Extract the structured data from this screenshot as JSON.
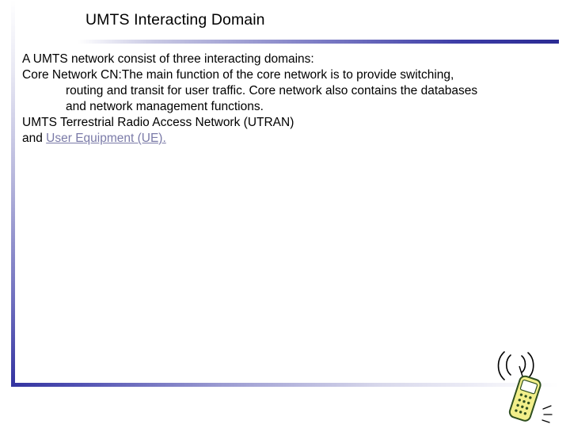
{
  "slide": {
    "title": "UMTS Interacting Domain",
    "body": {
      "line1": "A UMTS network consist of three interacting domains:",
      "line2": "Core Network CN:The main function of the core network is to provide switching,",
      "line3": "routing and transit for user traffic. Core network also contains the databases",
      "line4": "and network management functions.",
      "line5": "UMTS Terrestrial Radio Access Network (UTRAN)",
      "line6_prefix": "and ",
      "line6_link": "User Equipment (UE)."
    },
    "colors": {
      "accent": "#3333a0",
      "link": "#7b7ba8",
      "text": "#000000",
      "background": "#ffffff",
      "phone_body": "#f2ef8a",
      "phone_outline": "#2f4f1f"
    },
    "decor": {
      "left_bar": "vertical-gradient-bar",
      "title_rule": "horizontal-gradient-rule",
      "bottom_rule": "horizontal-gradient-rule",
      "illustration": "mobile-phone-with-signal-waves"
    }
  }
}
